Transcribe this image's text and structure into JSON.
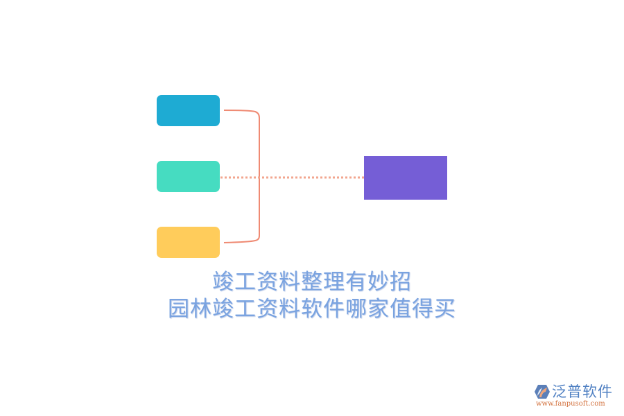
{
  "diagram": {
    "left_nodes": [
      {
        "id": "node-1",
        "color": "#1eabd3",
        "label": ""
      },
      {
        "id": "node-2",
        "color": "#46dcc1",
        "label": ""
      },
      {
        "id": "node-3",
        "color": "#ffcc5b",
        "label": ""
      }
    ],
    "right_node": {
      "id": "target",
      "color": "#755ed6",
      "label": ""
    },
    "bracket_color": "#ef8a73",
    "dotted_line_color": "#f2a68f"
  },
  "title": {
    "line1": "竣工资料整理有妙招",
    "line2": "园林竣工资料软件哪家值得买",
    "color": "#7aa3e0"
  },
  "logo": {
    "icon": "fanpu-logo-icon",
    "name": "泛普软件",
    "url": "www.fanpusoft.com"
  }
}
